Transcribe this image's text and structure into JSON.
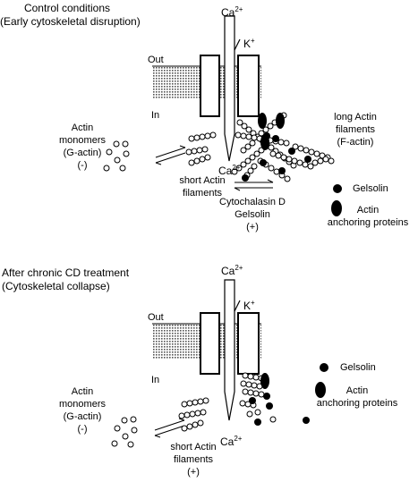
{
  "top_panel": {
    "title_line1": "Control conditions",
    "title_line2": "(Early cytoskeletal disruption)",
    "ca_top": "Ca",
    "ca_top_sup": "2+",
    "k_label": "K",
    "k_sup": "+",
    "out_label": "Out",
    "in_label": "In",
    "monomers_line1": "Actin",
    "monomers_line2": "monomers",
    "monomers_line3": "(G-actin)",
    "monomers_line4": "(-)",
    "short_line1": "short Actin",
    "short_line2": "filaments",
    "ca_bottom": "Ca",
    "ca_bottom_sup": "2+",
    "long_line1": "long Actin",
    "long_line2": "filaments",
    "long_line3": "(F-actin)",
    "drug_line1": "Cytochalasin D",
    "drug_line2": "Gelsolin",
    "drug_line3": "(+)",
    "legend_gelsolin": "Gelsolin",
    "legend_anchor_line1": "Actin",
    "legend_anchor_line2": "anchoring proteins"
  },
  "bottom_panel": {
    "title_line1": "After chronic CD treatment",
    "title_line2": "(Cytoskeletal collapse)",
    "ca_top": "Ca",
    "ca_top_sup": "2+",
    "k_label": "K",
    "k_sup": "+",
    "out_label": "Out",
    "in_label": "In",
    "monomers_line1": "Actin",
    "monomers_line2": "monomers",
    "monomers_line3": "(G-actin)",
    "monomers_line4": "(-)",
    "short_line1": "short Actin",
    "short_line2": "filaments",
    "short_line3": "(+)",
    "ca_bottom": "Ca",
    "ca_bottom_sup": "2+",
    "legend_gelsolin": "Gelsolin",
    "legend_anchor_line1": "Actin",
    "legend_anchor_line2": "anchoring proteins"
  }
}
